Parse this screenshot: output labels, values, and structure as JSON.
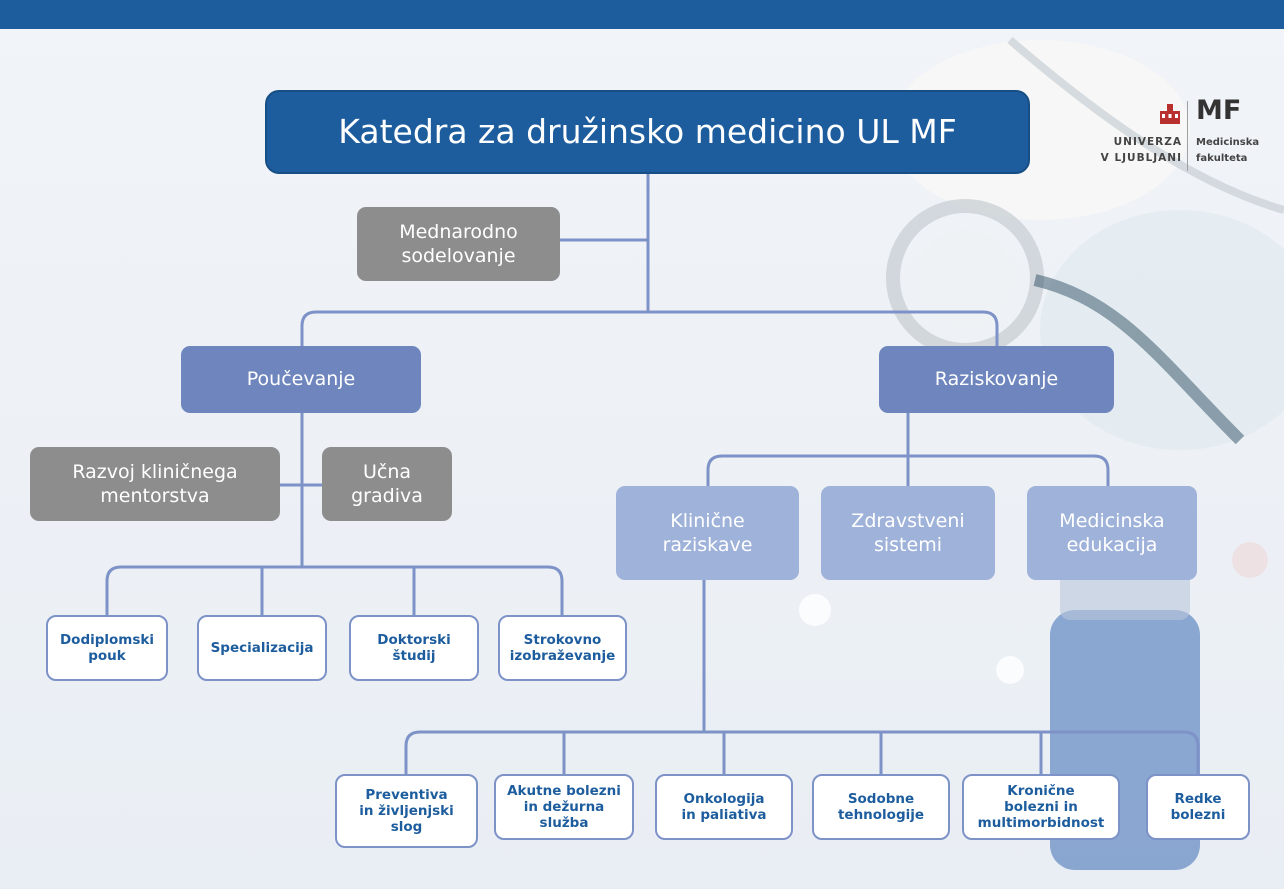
{
  "title": "Katedra za družinsko medicino UL MF",
  "logo": {
    "university": "UNIVERZA\nV LJUBLJANI",
    "abbr": "MF",
    "faculty": "Medicinska\nfakulteta"
  },
  "international": "Mednarodno\nsodelovanje",
  "teaching": {
    "label": "Poučevanje",
    "side_boxes": [
      "Razvoj kliničnega\nmentorstva",
      "Učna\ngradiva"
    ],
    "children": [
      "Dodiplomski\npouk",
      "Specializacija",
      "Doktorski\nštudij",
      "Strokovno\nizobraževanje"
    ]
  },
  "research": {
    "label": "Raziskovanje",
    "areas": [
      "Klinične\nraziskave",
      "Zdravstveni\nsistemi",
      "Medicinska\nedukacija"
    ],
    "clinical_topics": [
      "Preventiva\nin življenjski\nslog",
      "Akutne bolezni\nin dežurna\nslužba",
      "Onkologija\nin paliativa",
      "Sodobne\ntehnologije",
      "Kronične\nbolezni in\nmultimorbidnost",
      "Redke\nbolezni"
    ]
  },
  "colors": {
    "title_bg": "#1d5d9e",
    "gray_box": "#8d8d8d",
    "primary_box": "#6e86bd",
    "secondary_box": "#9fb2d9",
    "leaf_border": "#7d92c7",
    "leaf_text": "#1d5d9e",
    "connector": "#7d92c7"
  },
  "icons": [
    "university-building-icon"
  ]
}
